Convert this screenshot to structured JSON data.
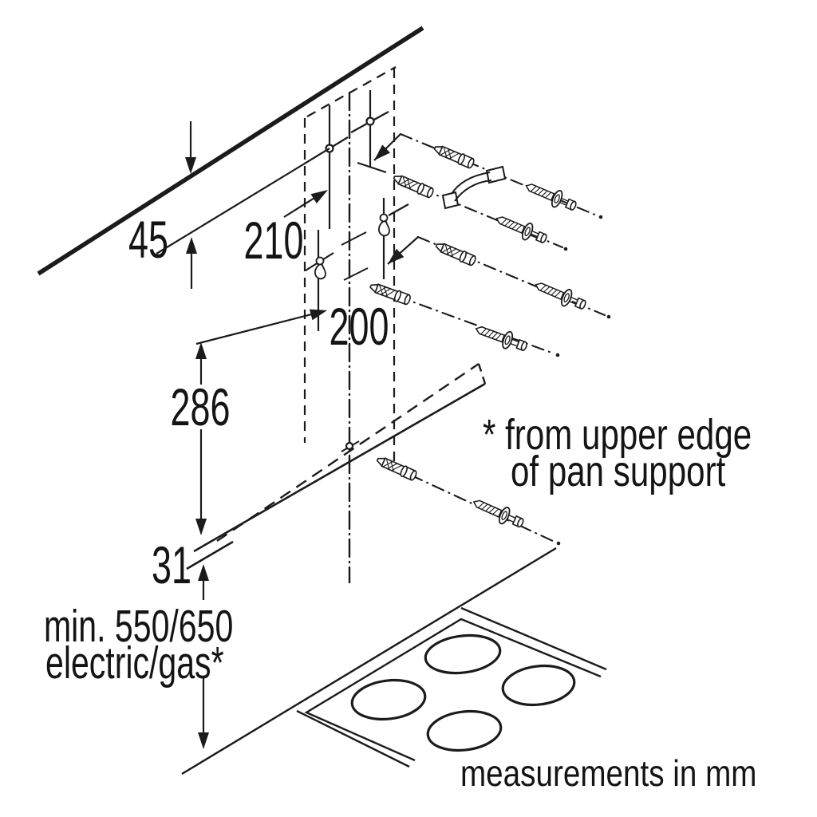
{
  "diagram": {
    "dimensions": {
      "ceiling_gap": "45",
      "upper_holes_offset": "210",
      "lower_holes_offset": "200",
      "bracket_zone_height": "286",
      "hood_lip": "31"
    },
    "clearance": {
      "line1": "min. 550/650",
      "line2": "electric/gas*"
    },
    "footnote": {
      "line1": "* from upper edge",
      "line2": "of pan support"
    },
    "units_note": "measurements in mm",
    "colors": {
      "line": "#1b1b1b",
      "background": "#ffffff"
    }
  }
}
